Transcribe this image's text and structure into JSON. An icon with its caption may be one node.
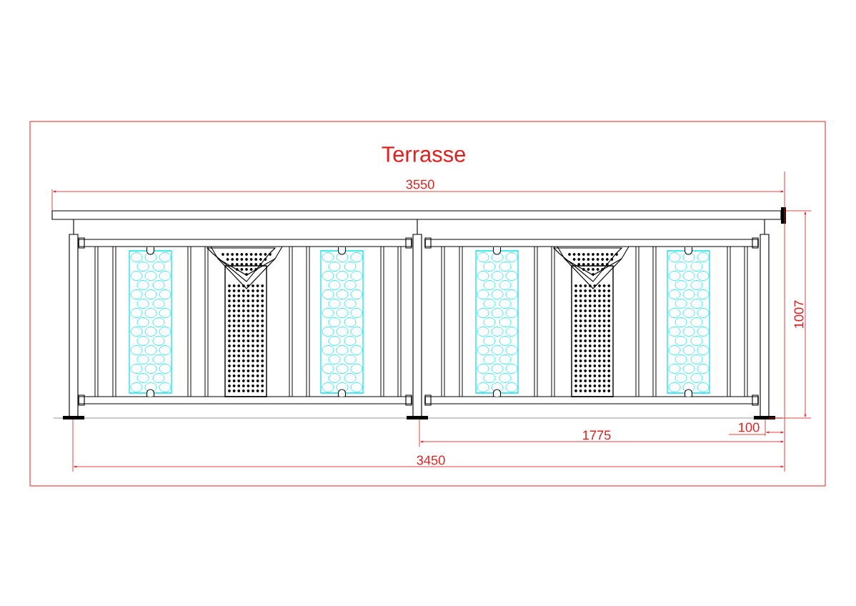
{
  "diagram": {
    "title": "Terrasse",
    "labels": [
      "3550",
      "1007",
      "1775",
      "100",
      "3450"
    ]
  }
}
